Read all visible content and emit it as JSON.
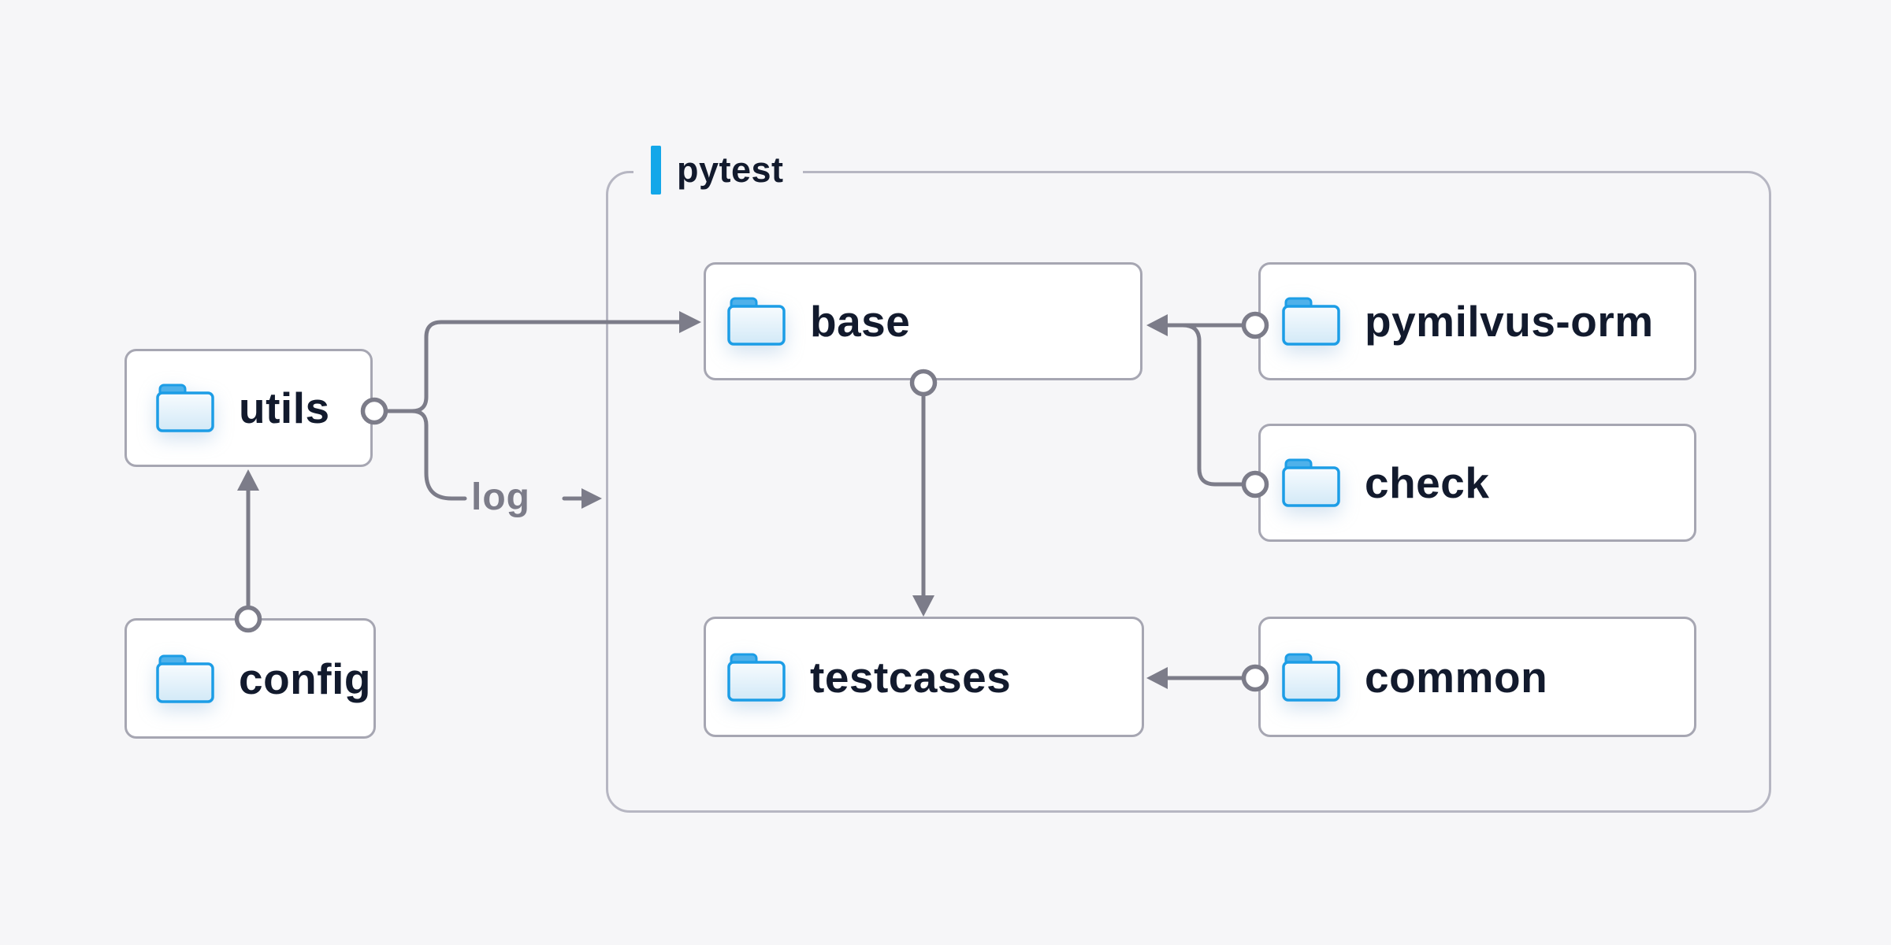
{
  "diagram": {
    "group_label": "pytest",
    "nodes": [
      {
        "id": "utils",
        "label": "utils",
        "icon": "folder-icon"
      },
      {
        "id": "config",
        "label": "config",
        "icon": "folder-icon"
      },
      {
        "id": "base",
        "label": "base",
        "icon": "folder-icon"
      },
      {
        "id": "pymilvus-orm",
        "label": "pymilvus-orm",
        "icon": "folder-icon"
      },
      {
        "id": "check",
        "label": "check",
        "icon": "folder-icon"
      },
      {
        "id": "testcases",
        "label": "testcases",
        "icon": "folder-icon"
      },
      {
        "id": "common",
        "label": "common",
        "icon": "folder-icon"
      }
    ],
    "edges": [
      {
        "from": "utils",
        "to": "base",
        "label": ""
      },
      {
        "from": "utils",
        "to": "pytest",
        "label": "log"
      },
      {
        "from": "config",
        "to": "utils",
        "label": ""
      },
      {
        "from": "base",
        "to": "testcases",
        "label": ""
      },
      {
        "from": "pymilvus-orm",
        "to": "base",
        "label": ""
      },
      {
        "from": "check",
        "to": "base",
        "label": ""
      },
      {
        "from": "common",
        "to": "testcases",
        "label": ""
      }
    ],
    "colors": {
      "background": "#f6f6f8",
      "accent_blue": "#14a7e9",
      "folder_blue": "#1c9de6",
      "arrow_gray": "#7c7c89",
      "text_navy": "#121a2d",
      "node_border": "#a6a6b2",
      "group_border": "#b6b6c2"
    }
  }
}
